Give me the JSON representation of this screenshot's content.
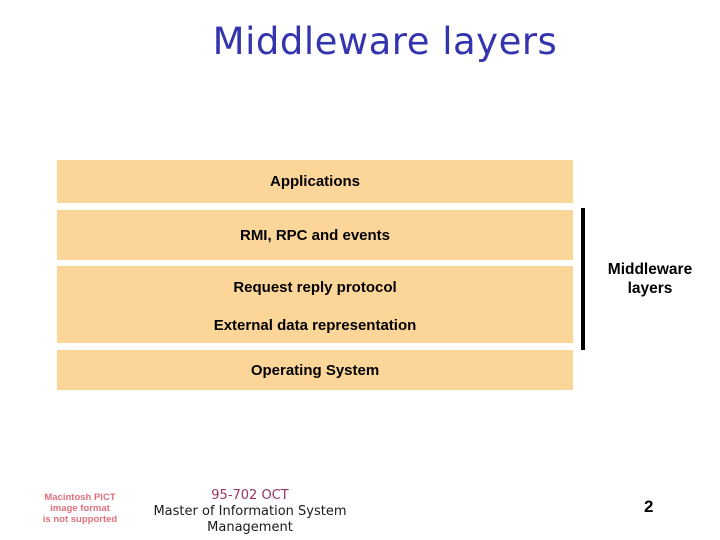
{
  "slide": {
    "title": "Middleware layers",
    "page_number": "2",
    "background_color": "#FFFFFF"
  },
  "colors": {
    "title_text": "#3434AE",
    "box_fill": "#FCD598",
    "box_text": "#000000",
    "bracket": "#000000",
    "course_code_text": "#993366",
    "pict_warning_text": "#E2707E"
  },
  "diagram": {
    "boxes": [
      {
        "id": "applications",
        "lines": [
          "Applications"
        ]
      },
      {
        "id": "rmi-rpc-events",
        "lines": [
          "RMI, RPC and events"
        ]
      },
      {
        "id": "request-reply-external-data",
        "lines": [
          "Request reply protocol",
          "External data representation"
        ]
      },
      {
        "id": "operating-system",
        "lines": [
          "Operating System"
        ]
      }
    ],
    "bracket": {
      "label_line1": "Middleware",
      "label_line2": "layers"
    }
  },
  "footer": {
    "pict_warning_line1": "Macintosh PICT",
    "pict_warning_line2": "image format",
    "pict_warning_line3": "is not supported",
    "course_code": "95-702 OCT",
    "course_name_line1": "Master of Information System",
    "course_name_line2": "Management"
  }
}
